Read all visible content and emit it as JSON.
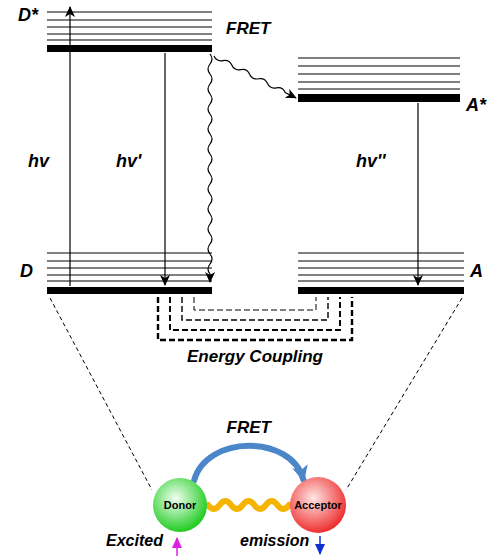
{
  "diagram": {
    "nodes": [
      {
        "text": [
          "Donor"
        ]
      },
      {
        "text": [
          "Acceptor"
        ]
      }
    ],
    "edges": [
      {
        "from": 0,
        "to": 1,
        "arrow": "to",
        "label": "FRET"
      },
      {
        "from": 0,
        "to": 1,
        "arrow": "none"
      }
    ],
    "labels": [
      "D*",
      "FRET",
      "A*",
      "hv",
      "hv'",
      "hv''",
      "D",
      "A",
      "Energy Coupling",
      "Excited",
      "emission"
    ]
  }
}
